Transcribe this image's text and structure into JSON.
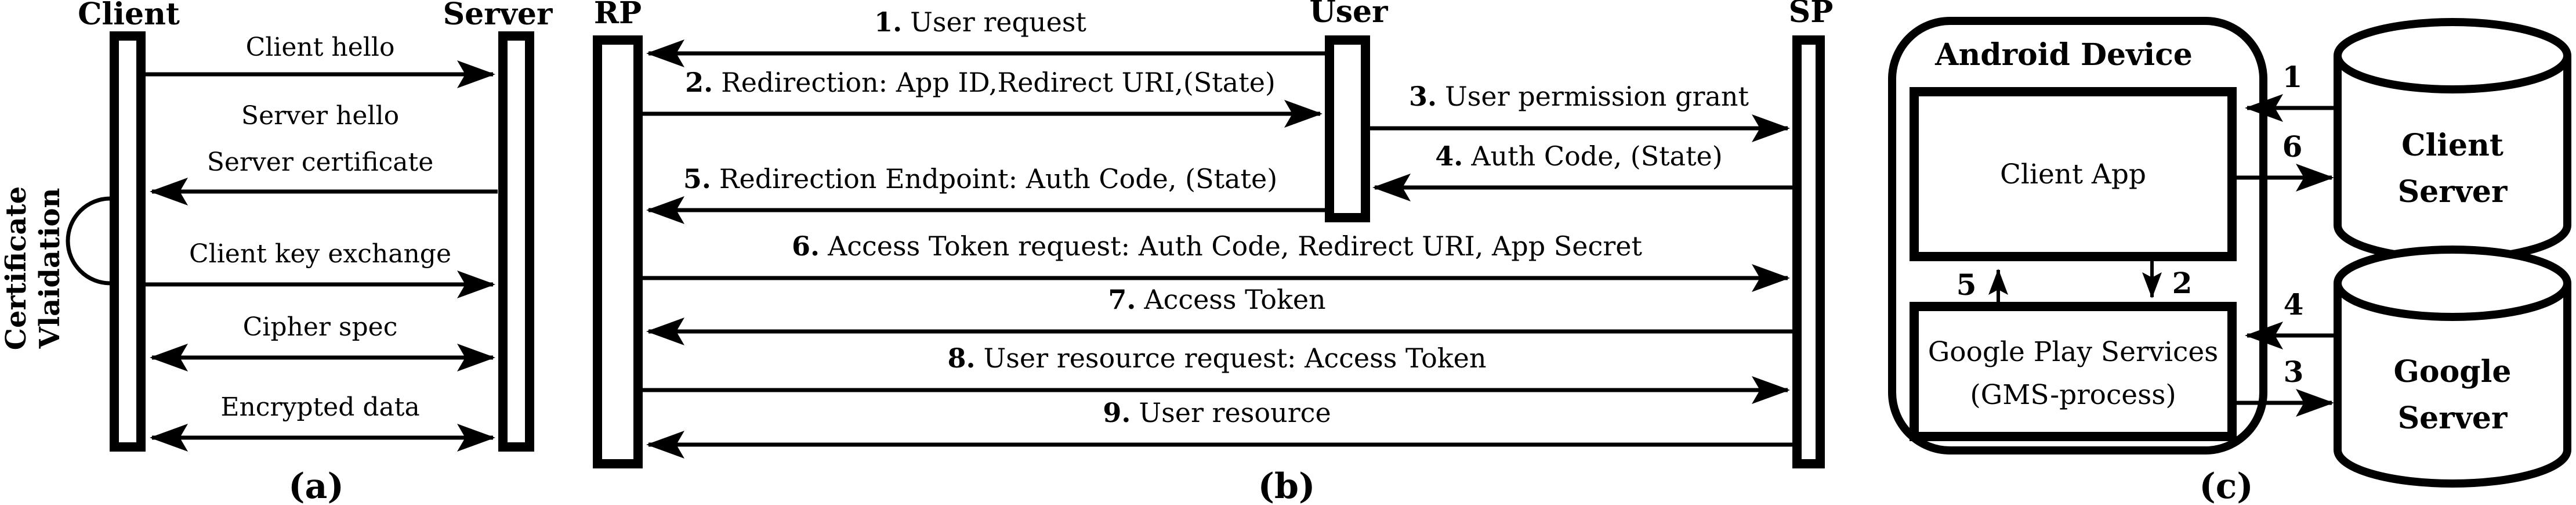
{
  "figure": {
    "type": "diagram",
    "panels": [
      "(a)",
      "(b)",
      "(c)"
    ]
  },
  "colors": {
    "ink": "#000000",
    "paper": "#ffffff"
  },
  "panelA": {
    "caption": "(a)",
    "actors": {
      "client": "Client",
      "server": "Server"
    },
    "side_note": {
      "line1": "Certificate",
      "line2": "Vlaidation"
    },
    "messages": [
      {
        "label": "Client hello",
        "direction": "right"
      },
      {
        "label": "Server hello",
        "label2": "Server certificate",
        "direction": "left"
      },
      {
        "label": "Client key exchange",
        "direction": "right"
      },
      {
        "label": "Cipher spec",
        "direction": "both"
      },
      {
        "label": "Encrypted data",
        "direction": "both"
      }
    ]
  },
  "panelB": {
    "caption": "(b)",
    "actors": {
      "rp": "RP",
      "user": "User",
      "sp": "SP"
    },
    "messages": [
      {
        "num": "1.",
        "label": "User request",
        "from": "User",
        "to": "RP"
      },
      {
        "num": "2.",
        "label": "Redirection: App ID,Redirect URI,(State)",
        "from": "RP",
        "to": "User"
      },
      {
        "num": "3.",
        "label": "User permission grant",
        "from": "User",
        "to": "SP"
      },
      {
        "num": "4.",
        "label": "Auth Code, (State)",
        "from": "SP",
        "to": "User"
      },
      {
        "num": "5.",
        "label": "Redirection Endpoint: Auth Code, (State)",
        "from": "User",
        "to": "RP"
      },
      {
        "num": "6.",
        "label": "Access Token request: Auth Code, Redirect URI, App Secret",
        "from": "RP",
        "to": "SP"
      },
      {
        "num": "7.",
        "label": "Access Token",
        "from": "SP",
        "to": "RP"
      },
      {
        "num": "8.",
        "label": "User resource request: Access Token",
        "from": "RP",
        "to": "SP"
      },
      {
        "num": "9.",
        "label": "User resource",
        "from": "SP",
        "to": "RP"
      }
    ]
  },
  "panelC": {
    "caption": "(c)",
    "device_title": "Android Device",
    "client_app": "Client App",
    "gms": {
      "line1": "Google Play Services",
      "line2": "(GMS-process)"
    },
    "client_server": {
      "line1": "Client",
      "line2": "Server"
    },
    "google_server": {
      "line1": "Google",
      "line2": "Server"
    },
    "arrow_labels": {
      "a1": "1",
      "a2": "2",
      "a3": "3",
      "a4": "4",
      "a5": "5",
      "a6": "6"
    }
  }
}
